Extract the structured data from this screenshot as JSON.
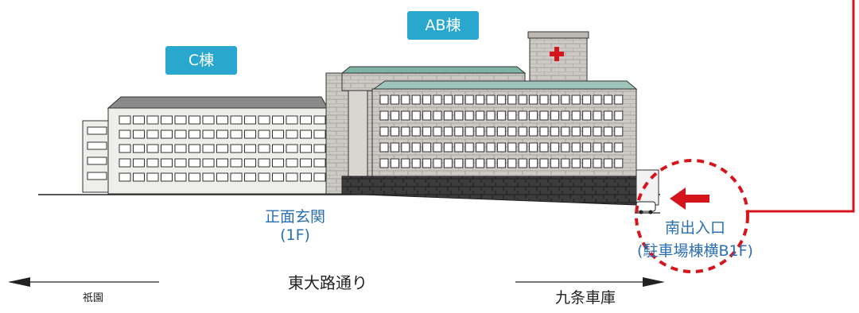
{
  "buildings": {
    "c_building": "C棟",
    "ab_building": "AB棟"
  },
  "entrances": {
    "main_line1": "正面玄関",
    "main_line2": "(1F)",
    "south_line1": "南出入口",
    "south_line2": "(駐車場棟横B1F)"
  },
  "streets": {
    "main": "東大路通り",
    "left_direction": "祇園",
    "right_direction": "九条車庫"
  },
  "colors": {
    "badge": "#2aa7cf",
    "entrance_text": "#2a6fb3",
    "route_red": "#d4151c",
    "building_brick": "#c9c5c1",
    "roof": "#8a8a8a",
    "window_frame": "#333333"
  },
  "icons": {
    "cross": "red-cross-icon",
    "entrance_arrow": "red-arrow-left-icon"
  }
}
